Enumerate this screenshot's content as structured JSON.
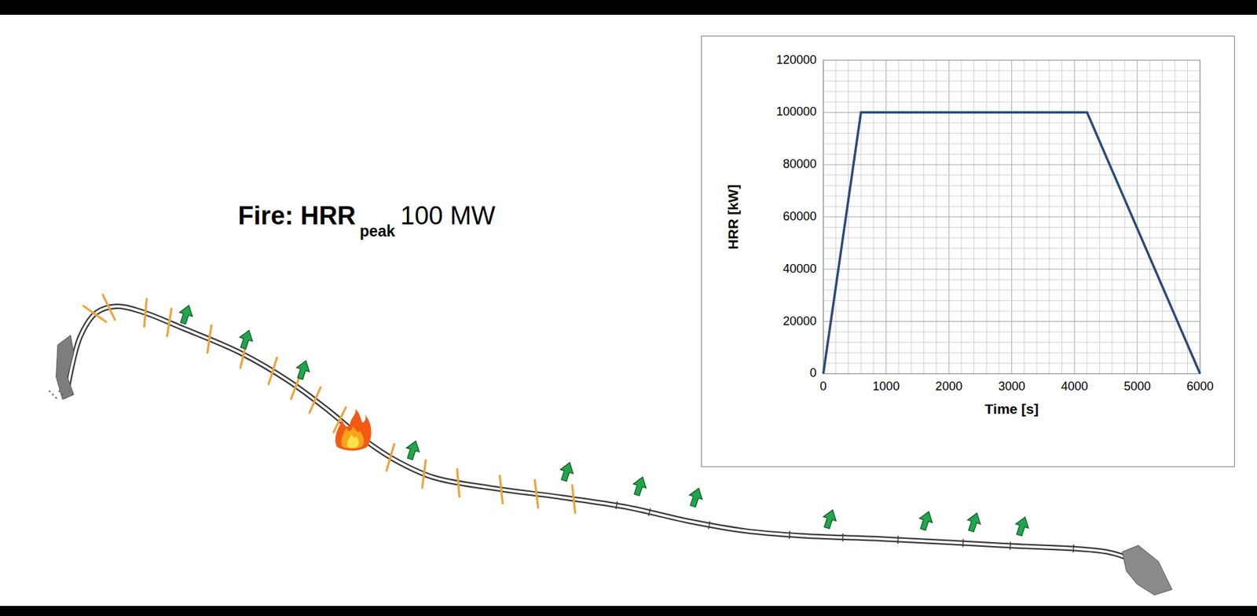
{
  "diagram": {
    "labels": [
      "Fire: HRR",
      "peak",
      "100 MW",
      "0",
      "20000",
      "40000",
      "60000",
      "80000",
      "100000",
      "120000",
      "0",
      "1000",
      "2000",
      "3000",
      "4000",
      "5000",
      "6000",
      "HRR [kW]",
      "Time [s]"
    ]
  }
}
